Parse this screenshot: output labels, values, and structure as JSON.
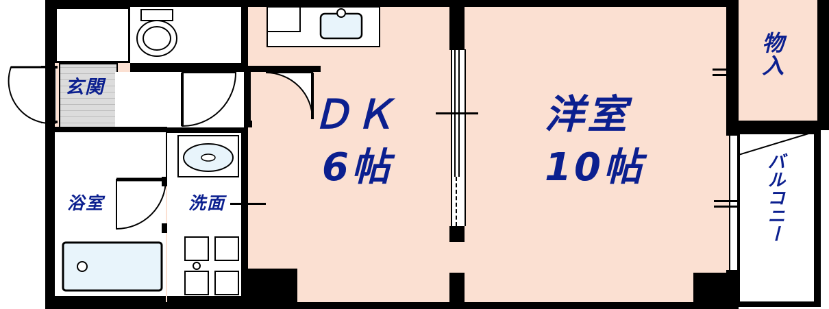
{
  "plan": {
    "title": "apartment-floor-plan",
    "colors": {
      "room_fill": "#fbe0d2",
      "wall": "#000000",
      "text": "#0b1f8f",
      "fixture_fill": "#e8f4fb",
      "entry_tile": "#d6d6d6",
      "background": "#ffffff"
    },
    "rooms": [
      {
        "id": "dk",
        "label": "ＤＫ\n6帖",
        "name": "dining-kitchen"
      },
      {
        "id": "washitsu",
        "label": "洋室\n10帖",
        "name": "western-room"
      },
      {
        "id": "genkan",
        "label": "玄関",
        "name": "entrance"
      },
      {
        "id": "yokushitsu",
        "label": "浴室",
        "name": "bathroom"
      },
      {
        "id": "senmen",
        "label": "洗面",
        "name": "washroom"
      },
      {
        "id": "monoire",
        "label": "物入",
        "name": "closet"
      },
      {
        "id": "balcony",
        "label": "バルコニー",
        "name": "balcony"
      }
    ],
    "fixtures": [
      {
        "name": "toilet",
        "label": ""
      },
      {
        "name": "kitchen-sink",
        "label": ""
      },
      {
        "name": "bathtub",
        "label": ""
      },
      {
        "name": "wash-basin",
        "label": ""
      },
      {
        "name": "washing-machine-space",
        "label": ""
      }
    ],
    "labels": {
      "dk": "ＤＫ",
      "dk_size": "6帖",
      "washitsu": "洋室",
      "washitsu_size": "10帖",
      "genkan": "玄関",
      "yokushitsu": "浴室",
      "senmen": "洗面",
      "monoire": "物入",
      "balcony": "バルコニー"
    }
  }
}
